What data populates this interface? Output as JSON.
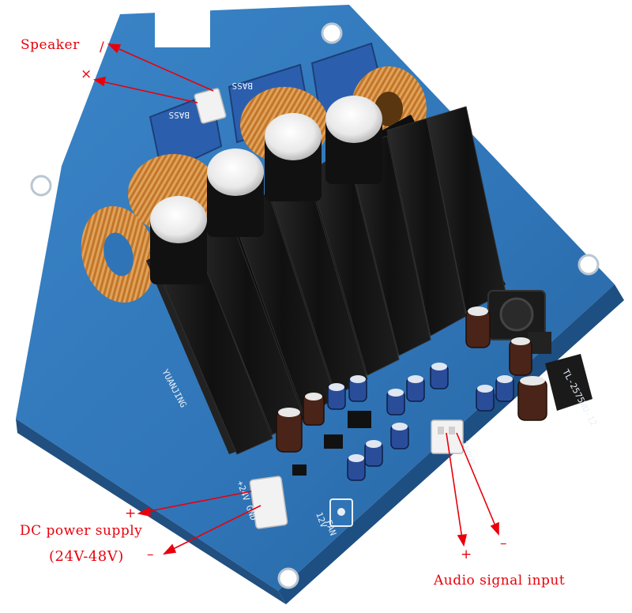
{
  "labels": {
    "speaker": "Speaker",
    "speaker_plus": "/",
    "speaker_minus": "×",
    "dc_power": "DC power supply",
    "voltage": "(24V-48V)",
    "dc_plus": "+",
    "dc_minus": "–",
    "audio_input": "Audio signal input",
    "audio_plus": "+",
    "audio_minus": "–"
  },
  "board_text": {
    "brand": "YUANJING",
    "model": "TL-2575WU-12",
    "bass_1": "BASS",
    "bass_2": "BASS",
    "power_conn": "+24V GND",
    "input_conn": "INPUT",
    "fan": "FAN",
    "fan_v": "12V"
  },
  "colors": {
    "annotation": "#e8000b",
    "pcb": "#2f74b6",
    "heatsink": "#151515",
    "coil": "#c57a2c"
  }
}
